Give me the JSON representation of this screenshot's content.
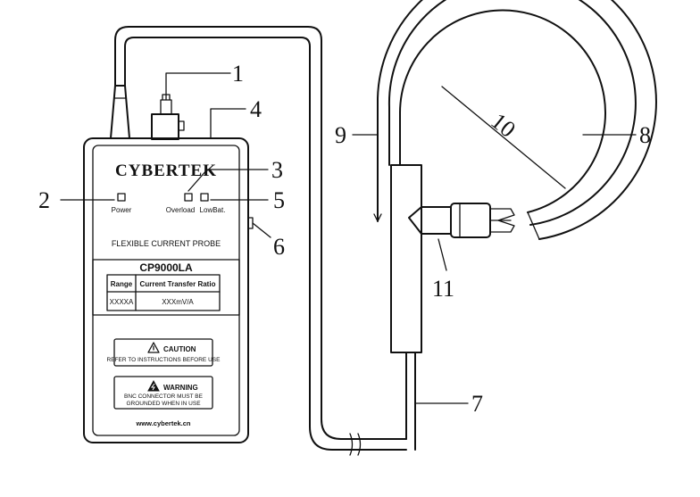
{
  "device": {
    "brand": "CYBERTEK",
    "led_power": "Power",
    "led_overload": "Overload",
    "led_lowbat": "LowBat.",
    "product_name": "FLEXIBLE CURRENT PROBE",
    "model": "CP9000LA",
    "table_header_range": "Range",
    "table_header_ratio": "Current Transfer Ratio",
    "table_value_range": "XXXXA",
    "table_value_ratio": "XXXmV/A",
    "caution_title": "CAUTION",
    "caution_text": "REFER TO INSTRUCTIONS BEFORE USE",
    "warning_title": "WARNING",
    "warning_text_1": "BNC CONNECTOR MUST BE",
    "warning_text_2": "GROUNDED WHEN IN USE",
    "website": "www.cybertek.cn"
  },
  "callouts": {
    "c1": "1",
    "c2": "2",
    "c3": "3",
    "c4": "4",
    "c5": "5",
    "c6": "6",
    "c7": "7",
    "c8": "8",
    "c9": "9",
    "c10": "10",
    "c11": "11"
  }
}
